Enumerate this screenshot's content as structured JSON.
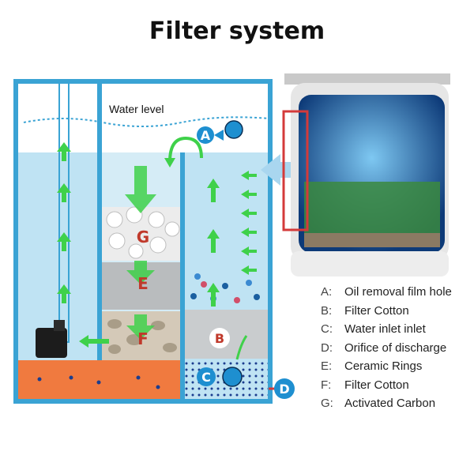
{
  "title": "Filter system",
  "water_level_label": "Water level",
  "markers": [
    "A",
    "B",
    "C",
    "D",
    "E",
    "F",
    "G"
  ],
  "legend": [
    {
      "key": "A:",
      "text": "Oil removal film hole"
    },
    {
      "key": "B:",
      "text": "Filter Cotton"
    },
    {
      "key": "C:",
      "text": "Water inlet inlet"
    },
    {
      "key": "D:",
      "text": "Orifice of discharge"
    },
    {
      "key": "E:",
      "text": "Ceramic Rings"
    },
    {
      "key": "F:",
      "text": "Filter Cotton"
    },
    {
      "key": "G:",
      "text": "Activated Carbon"
    }
  ],
  "colors": {
    "frame": "#3aa3d4",
    "water": "#bfe3f3",
    "sump": "#f07a3f",
    "arrow_green": "#3fd14a",
    "marker_blue": "#1e8fd0",
    "marker_red": "#c0392b",
    "outline_red": "#d43a3a"
  }
}
